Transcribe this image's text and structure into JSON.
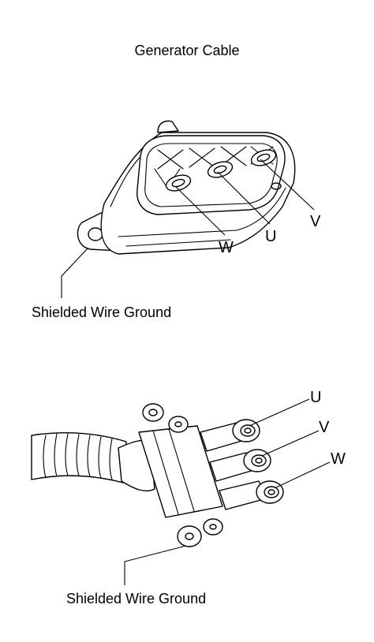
{
  "title": "Generator Cable",
  "connector_view": {
    "phase_labels": [
      "W",
      "U",
      "V"
    ],
    "ground_label": "Shielded Wire Ground",
    "icon": "connector-face-icon"
  },
  "cable_end_view": {
    "phase_labels": [
      "U",
      "V",
      "W"
    ],
    "ground_label": "Shielded Wire Ground",
    "icon": "cable-terminals-icon"
  }
}
